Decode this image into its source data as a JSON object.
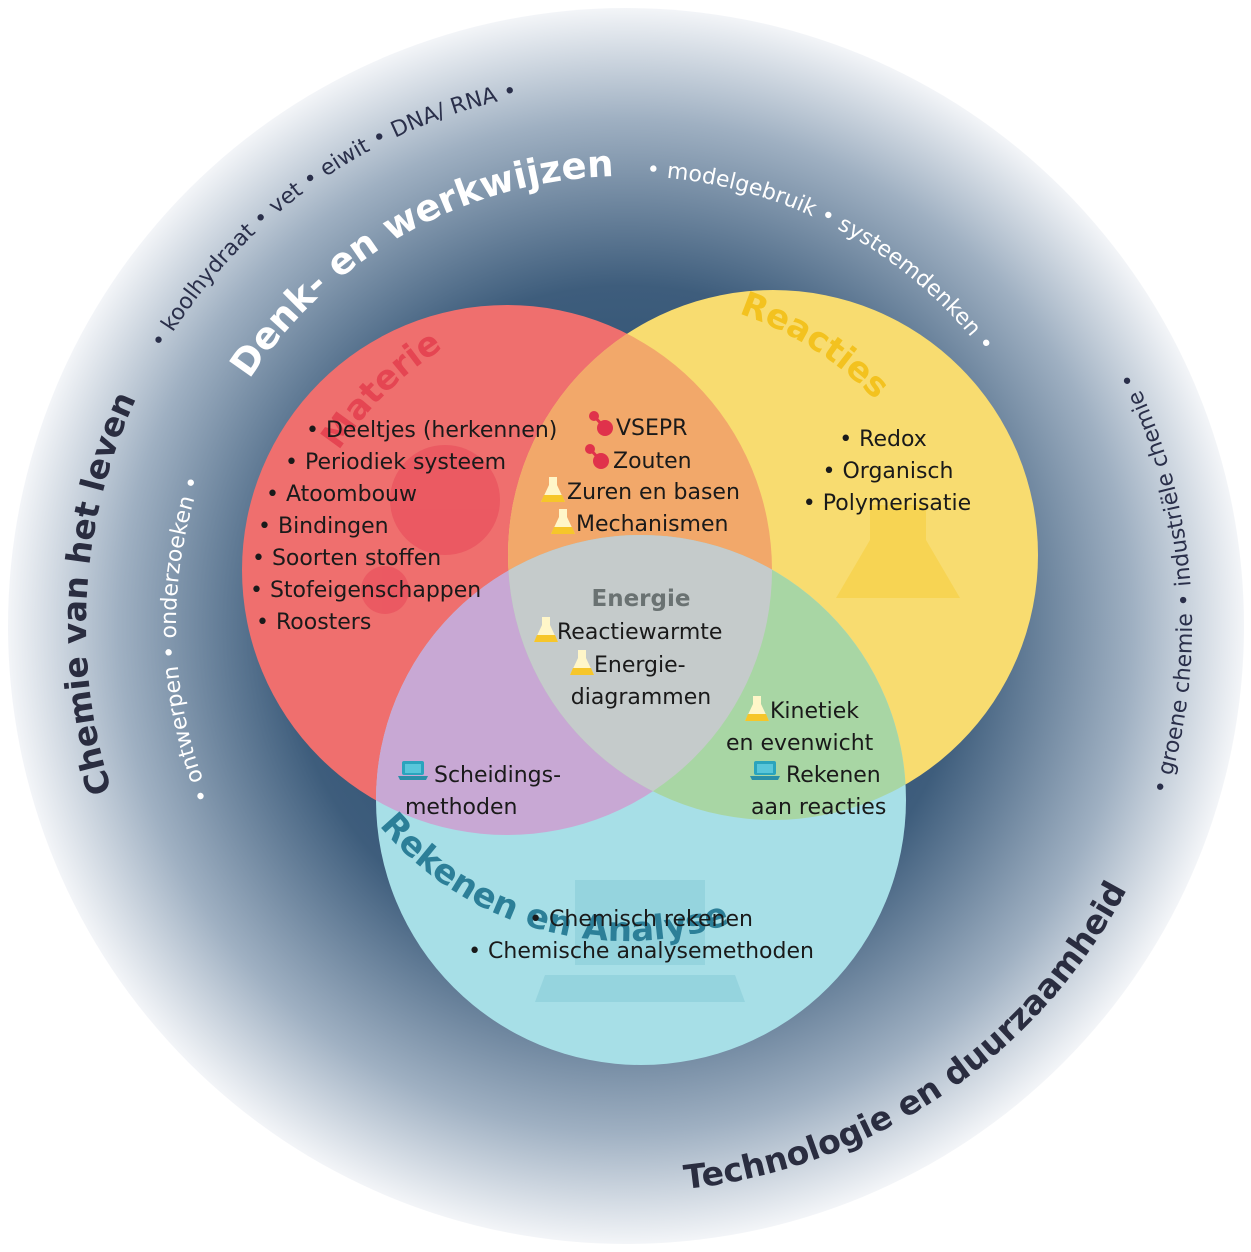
{
  "outer_ring": {
    "chemie_van_het_leven": "Chemie van het leven",
    "leven_topics": "• koolhydraat • vet • eiwit • DNA/ RNA •",
    "technologie": "Technologie en duurzaamheid",
    "tech_topics": "• groene chemie • industriële chemie •"
  },
  "inner_ring": {
    "left_skills": "• ontwerpen • onderzoeken •",
    "title": "Denk- en werkwijzen",
    "right_skills": "• modelgebruik • systeemdenken •"
  },
  "circles": {
    "materie": {
      "title": "Materie",
      "color": "#ee6c6c",
      "items": [
        "• Deeltjes (herkennen)",
        "• Periodiek systeem",
        "• Atoombouw",
        "• Bindingen",
        "• Soorten stoffen",
        "• Stofeigenschappen",
        "• Roosters"
      ]
    },
    "reacties": {
      "title": "Reacties",
      "color": "#f7d766",
      "items": [
        "• Redox",
        "• Organisch",
        "• Polymerisatie"
      ]
    },
    "rekenen": {
      "title": "Rekenen en Analyse",
      "color": "#a5dde6",
      "items": [
        "• Chemisch rekenen",
        "• Chemische analysemethoden"
      ]
    }
  },
  "overlaps": {
    "materie_reacties": [
      "VSEPR",
      "Zouten",
      "Zuren en basen",
      "Mechanismen"
    ],
    "center": {
      "title": "Energie",
      "items": [
        "Reactiewarmte",
        "Energie-",
        "diagrammen"
      ]
    },
    "materie_rekenen": [
      "Scheidings-",
      "methoden"
    ],
    "reacties_rekenen": [
      "Kinetiek",
      "en evenwicht",
      "Rekenen",
      "aan reacties"
    ]
  },
  "icons": {
    "molecule": "molecule-icon",
    "flask": "flask-icon",
    "laptop": "laptop-icon"
  },
  "colors": {
    "ring_dark": "#3d5a78",
    "materie_title": "#e54552",
    "reacties_title": "#f3c21f",
    "rekenen_title": "#2c7f98"
  }
}
